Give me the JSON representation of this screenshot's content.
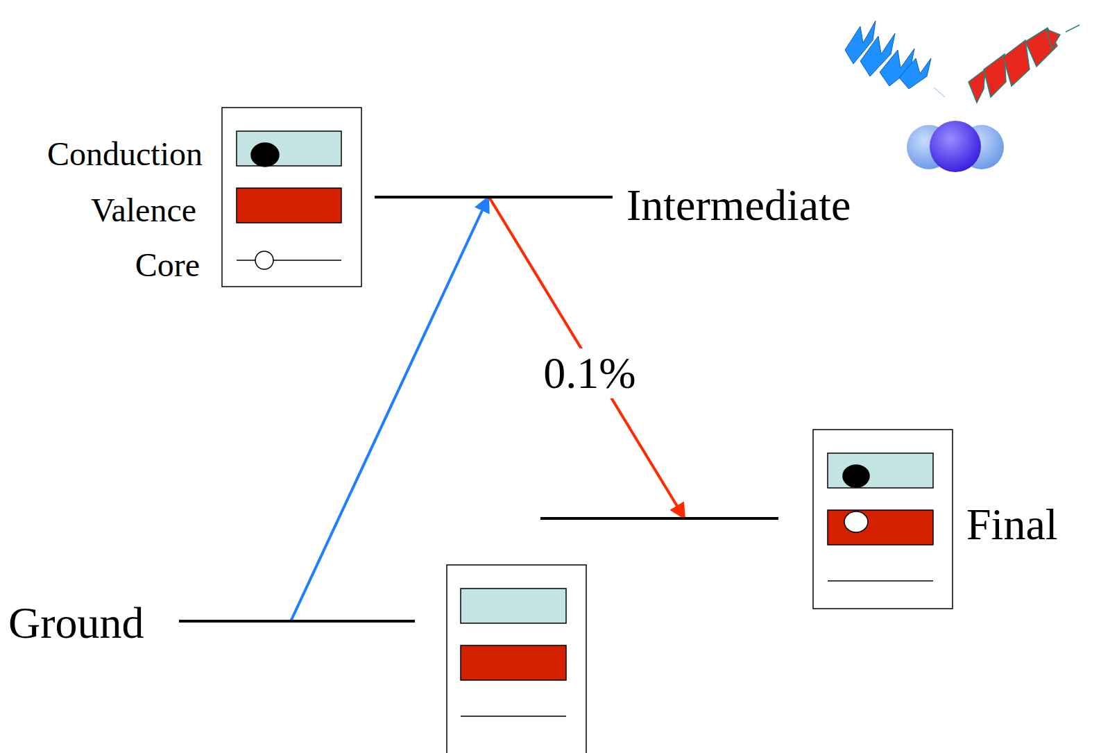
{
  "diagram": {
    "nodes": [
      {
        "text": [
          "Intermediate"
        ]
      },
      {
        "text": [
          "Final"
        ]
      },
      {
        "text": [
          "Ground"
        ]
      }
    ],
    "edges": [
      {
        "from": 2,
        "to": 0,
        "arrow": "to"
      },
      {
        "from": 0,
        "to": 1,
        "label": "0.1%",
        "arrow": "to"
      }
    ],
    "labels": [
      "Conduction",
      "Valence",
      "Core"
    ]
  }
}
